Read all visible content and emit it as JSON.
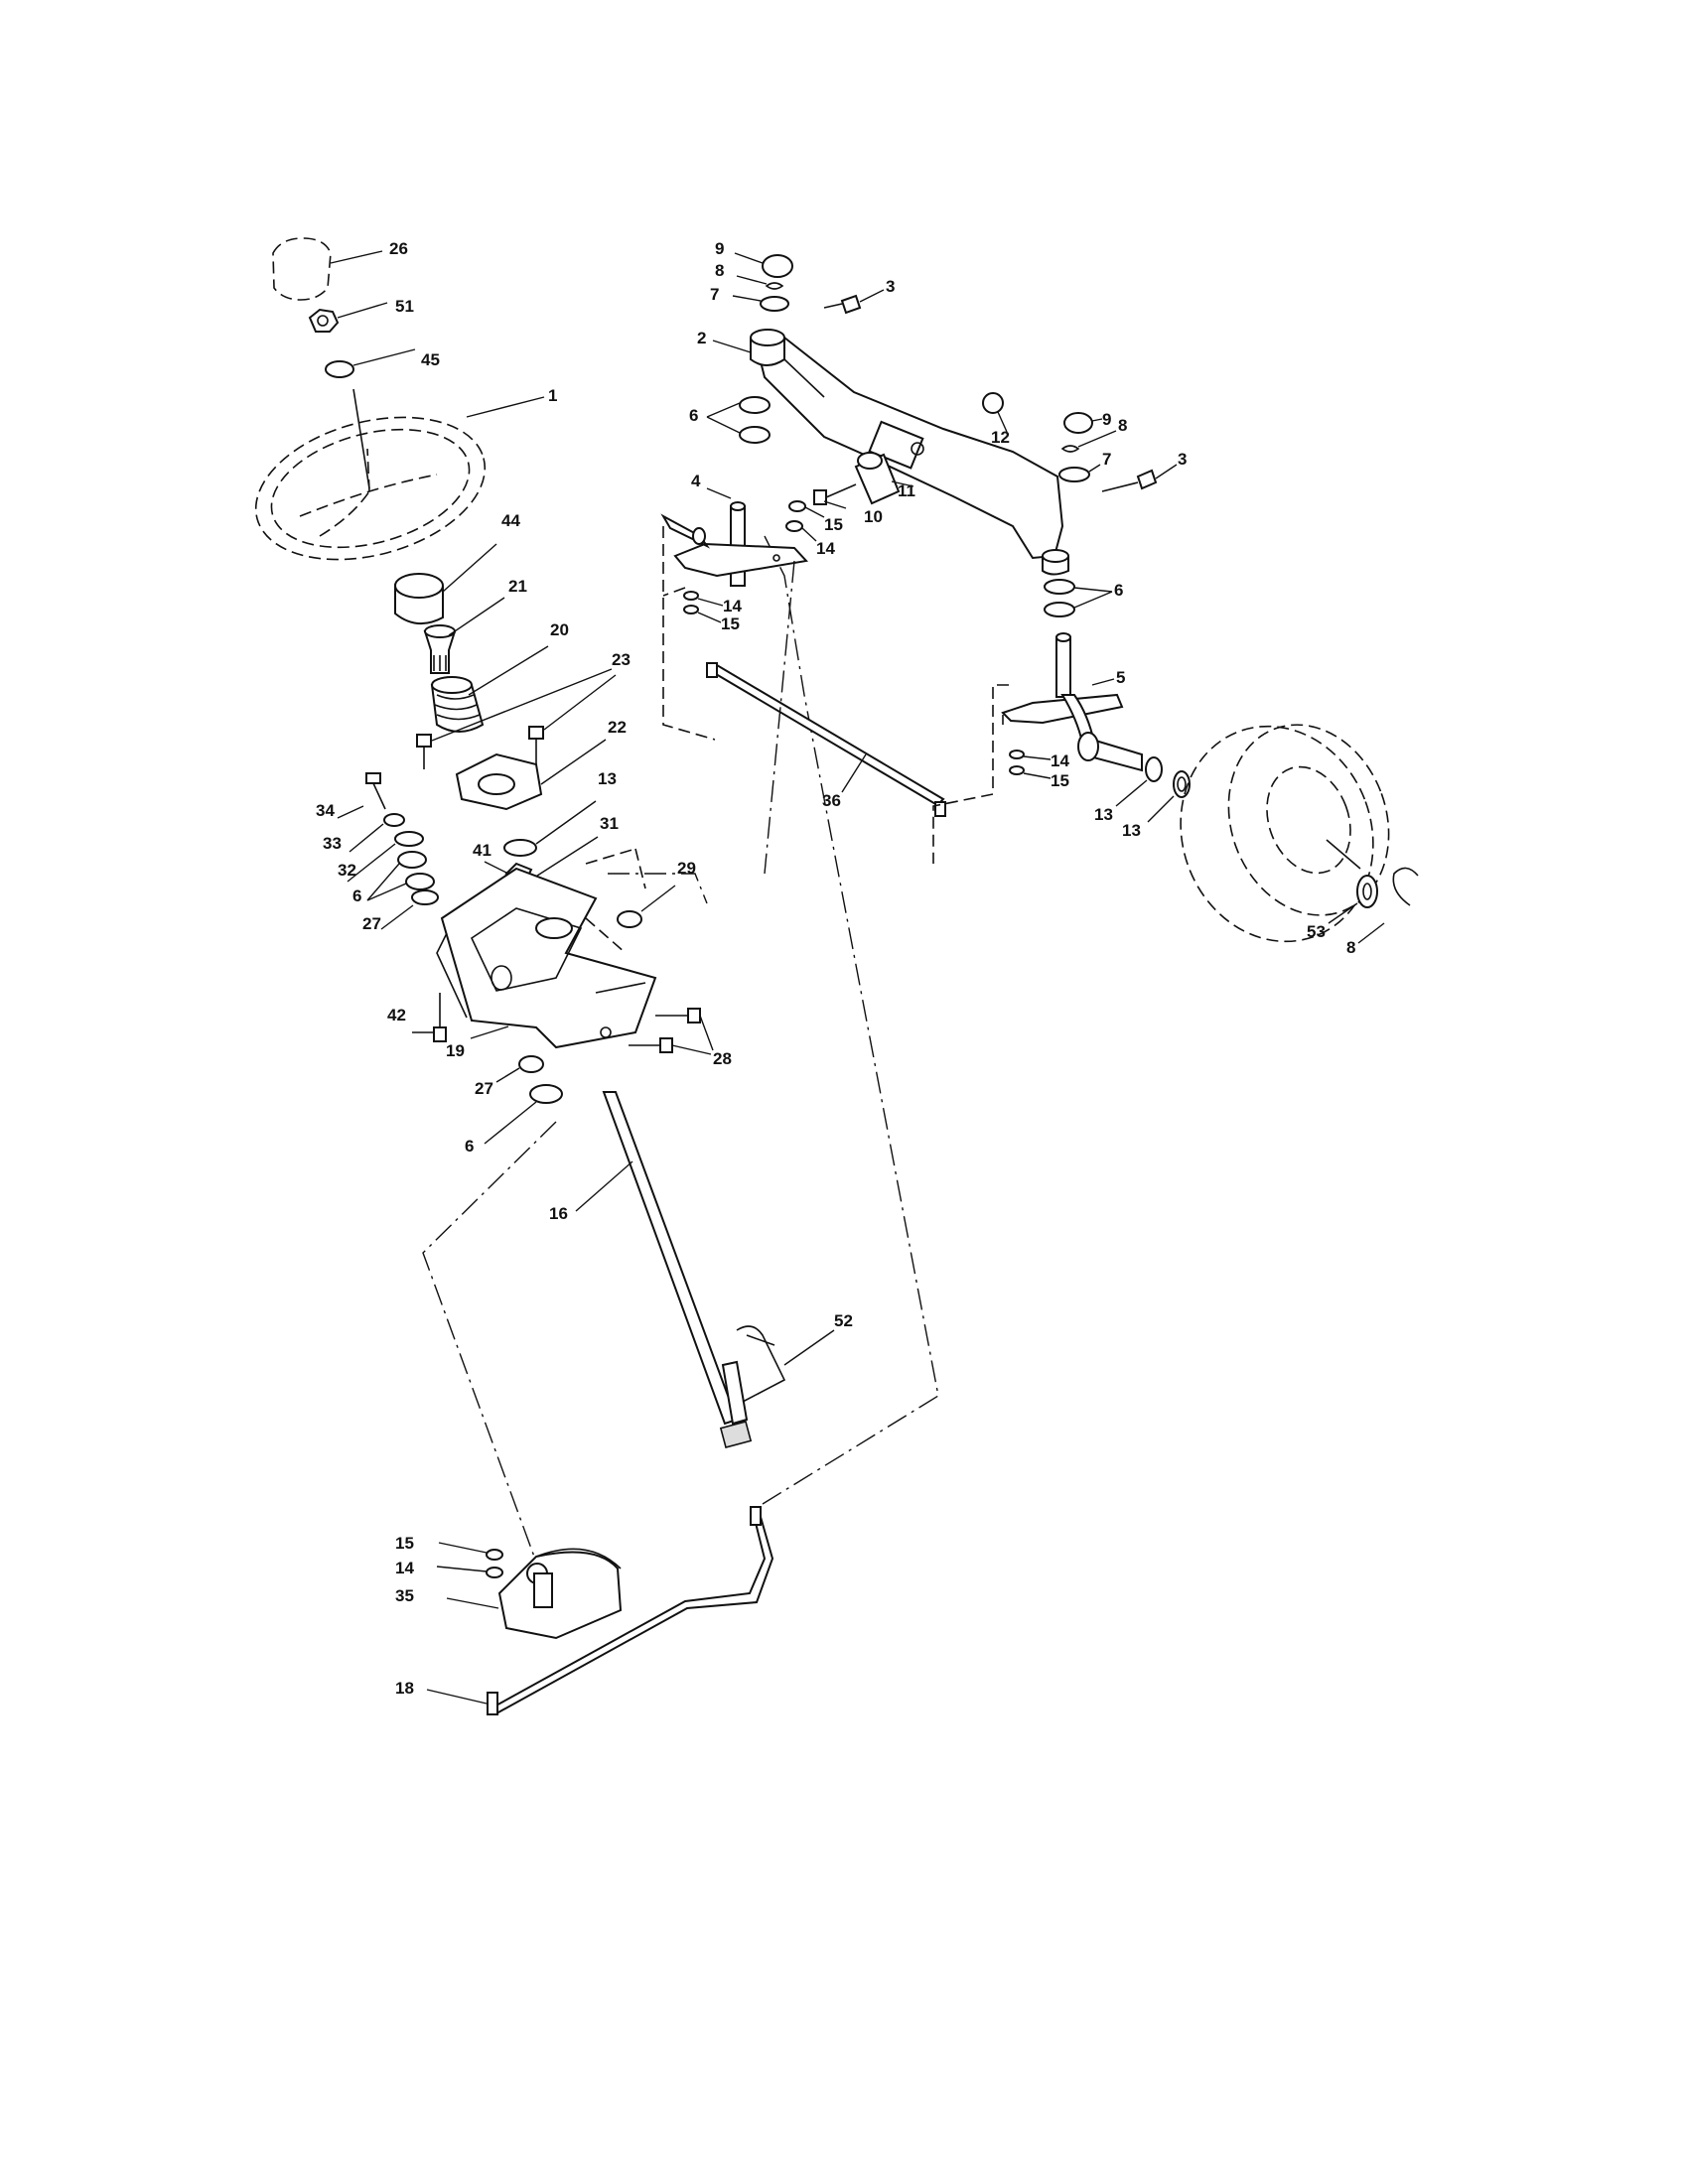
{
  "diagram": {
    "callouts": [
      {
        "id": "c26",
        "text": "26"
      },
      {
        "id": "c51",
        "text": "51"
      },
      {
        "id": "c45",
        "text": "45"
      },
      {
        "id": "c1",
        "text": "1"
      },
      {
        "id": "c44",
        "text": "44"
      },
      {
        "id": "c21",
        "text": "21"
      },
      {
        "id": "c20",
        "text": "20"
      },
      {
        "id": "c23",
        "text": "23"
      },
      {
        "id": "c22",
        "text": "22"
      },
      {
        "id": "c34",
        "text": "34"
      },
      {
        "id": "c33",
        "text": "33"
      },
      {
        "id": "c32",
        "text": "32"
      },
      {
        "id": "c6a",
        "text": "6"
      },
      {
        "id": "c27a",
        "text": "27"
      },
      {
        "id": "c13a",
        "text": "13"
      },
      {
        "id": "c41",
        "text": "41"
      },
      {
        "id": "c31",
        "text": "31"
      },
      {
        "id": "c29",
        "text": "29"
      },
      {
        "id": "c42",
        "text": "42"
      },
      {
        "id": "c19",
        "text": "19"
      },
      {
        "id": "c28",
        "text": "28"
      },
      {
        "id": "c27b",
        "text": "27"
      },
      {
        "id": "c6b",
        "text": "6"
      },
      {
        "id": "c16",
        "text": "16"
      },
      {
        "id": "c52",
        "text": "52"
      },
      {
        "id": "c15a",
        "text": "15"
      },
      {
        "id": "c14a",
        "text": "14"
      },
      {
        "id": "c35",
        "text": "35"
      },
      {
        "id": "c18",
        "text": "18"
      },
      {
        "id": "c9a",
        "text": "9"
      },
      {
        "id": "c8a",
        "text": "8"
      },
      {
        "id": "c7a",
        "text": "7"
      },
      {
        "id": "c3a",
        "text": "3"
      },
      {
        "id": "c2",
        "text": "2"
      },
      {
        "id": "c6c",
        "text": "6"
      },
      {
        "id": "c12",
        "text": "12"
      },
      {
        "id": "c9b",
        "text": "9"
      },
      {
        "id": "c8b",
        "text": "8"
      },
      {
        "id": "c7b",
        "text": "7"
      },
      {
        "id": "c3b",
        "text": "3"
      },
      {
        "id": "c4",
        "text": "4"
      },
      {
        "id": "c11",
        "text": "11"
      },
      {
        "id": "c10",
        "text": "10"
      },
      {
        "id": "c15b",
        "text": "15"
      },
      {
        "id": "c14b",
        "text": "14"
      },
      {
        "id": "c14c",
        "text": "14"
      },
      {
        "id": "c15c",
        "text": "15"
      },
      {
        "id": "c6d",
        "text": "6"
      },
      {
        "id": "c5",
        "text": "5"
      },
      {
        "id": "c36",
        "text": "36"
      },
      {
        "id": "c14d",
        "text": "14"
      },
      {
        "id": "c15d",
        "text": "15"
      },
      {
        "id": "c13b",
        "text": "13"
      },
      {
        "id": "c13c",
        "text": "13"
      },
      {
        "id": "c53",
        "text": "53"
      },
      {
        "id": "c8c",
        "text": "8"
      }
    ]
  }
}
